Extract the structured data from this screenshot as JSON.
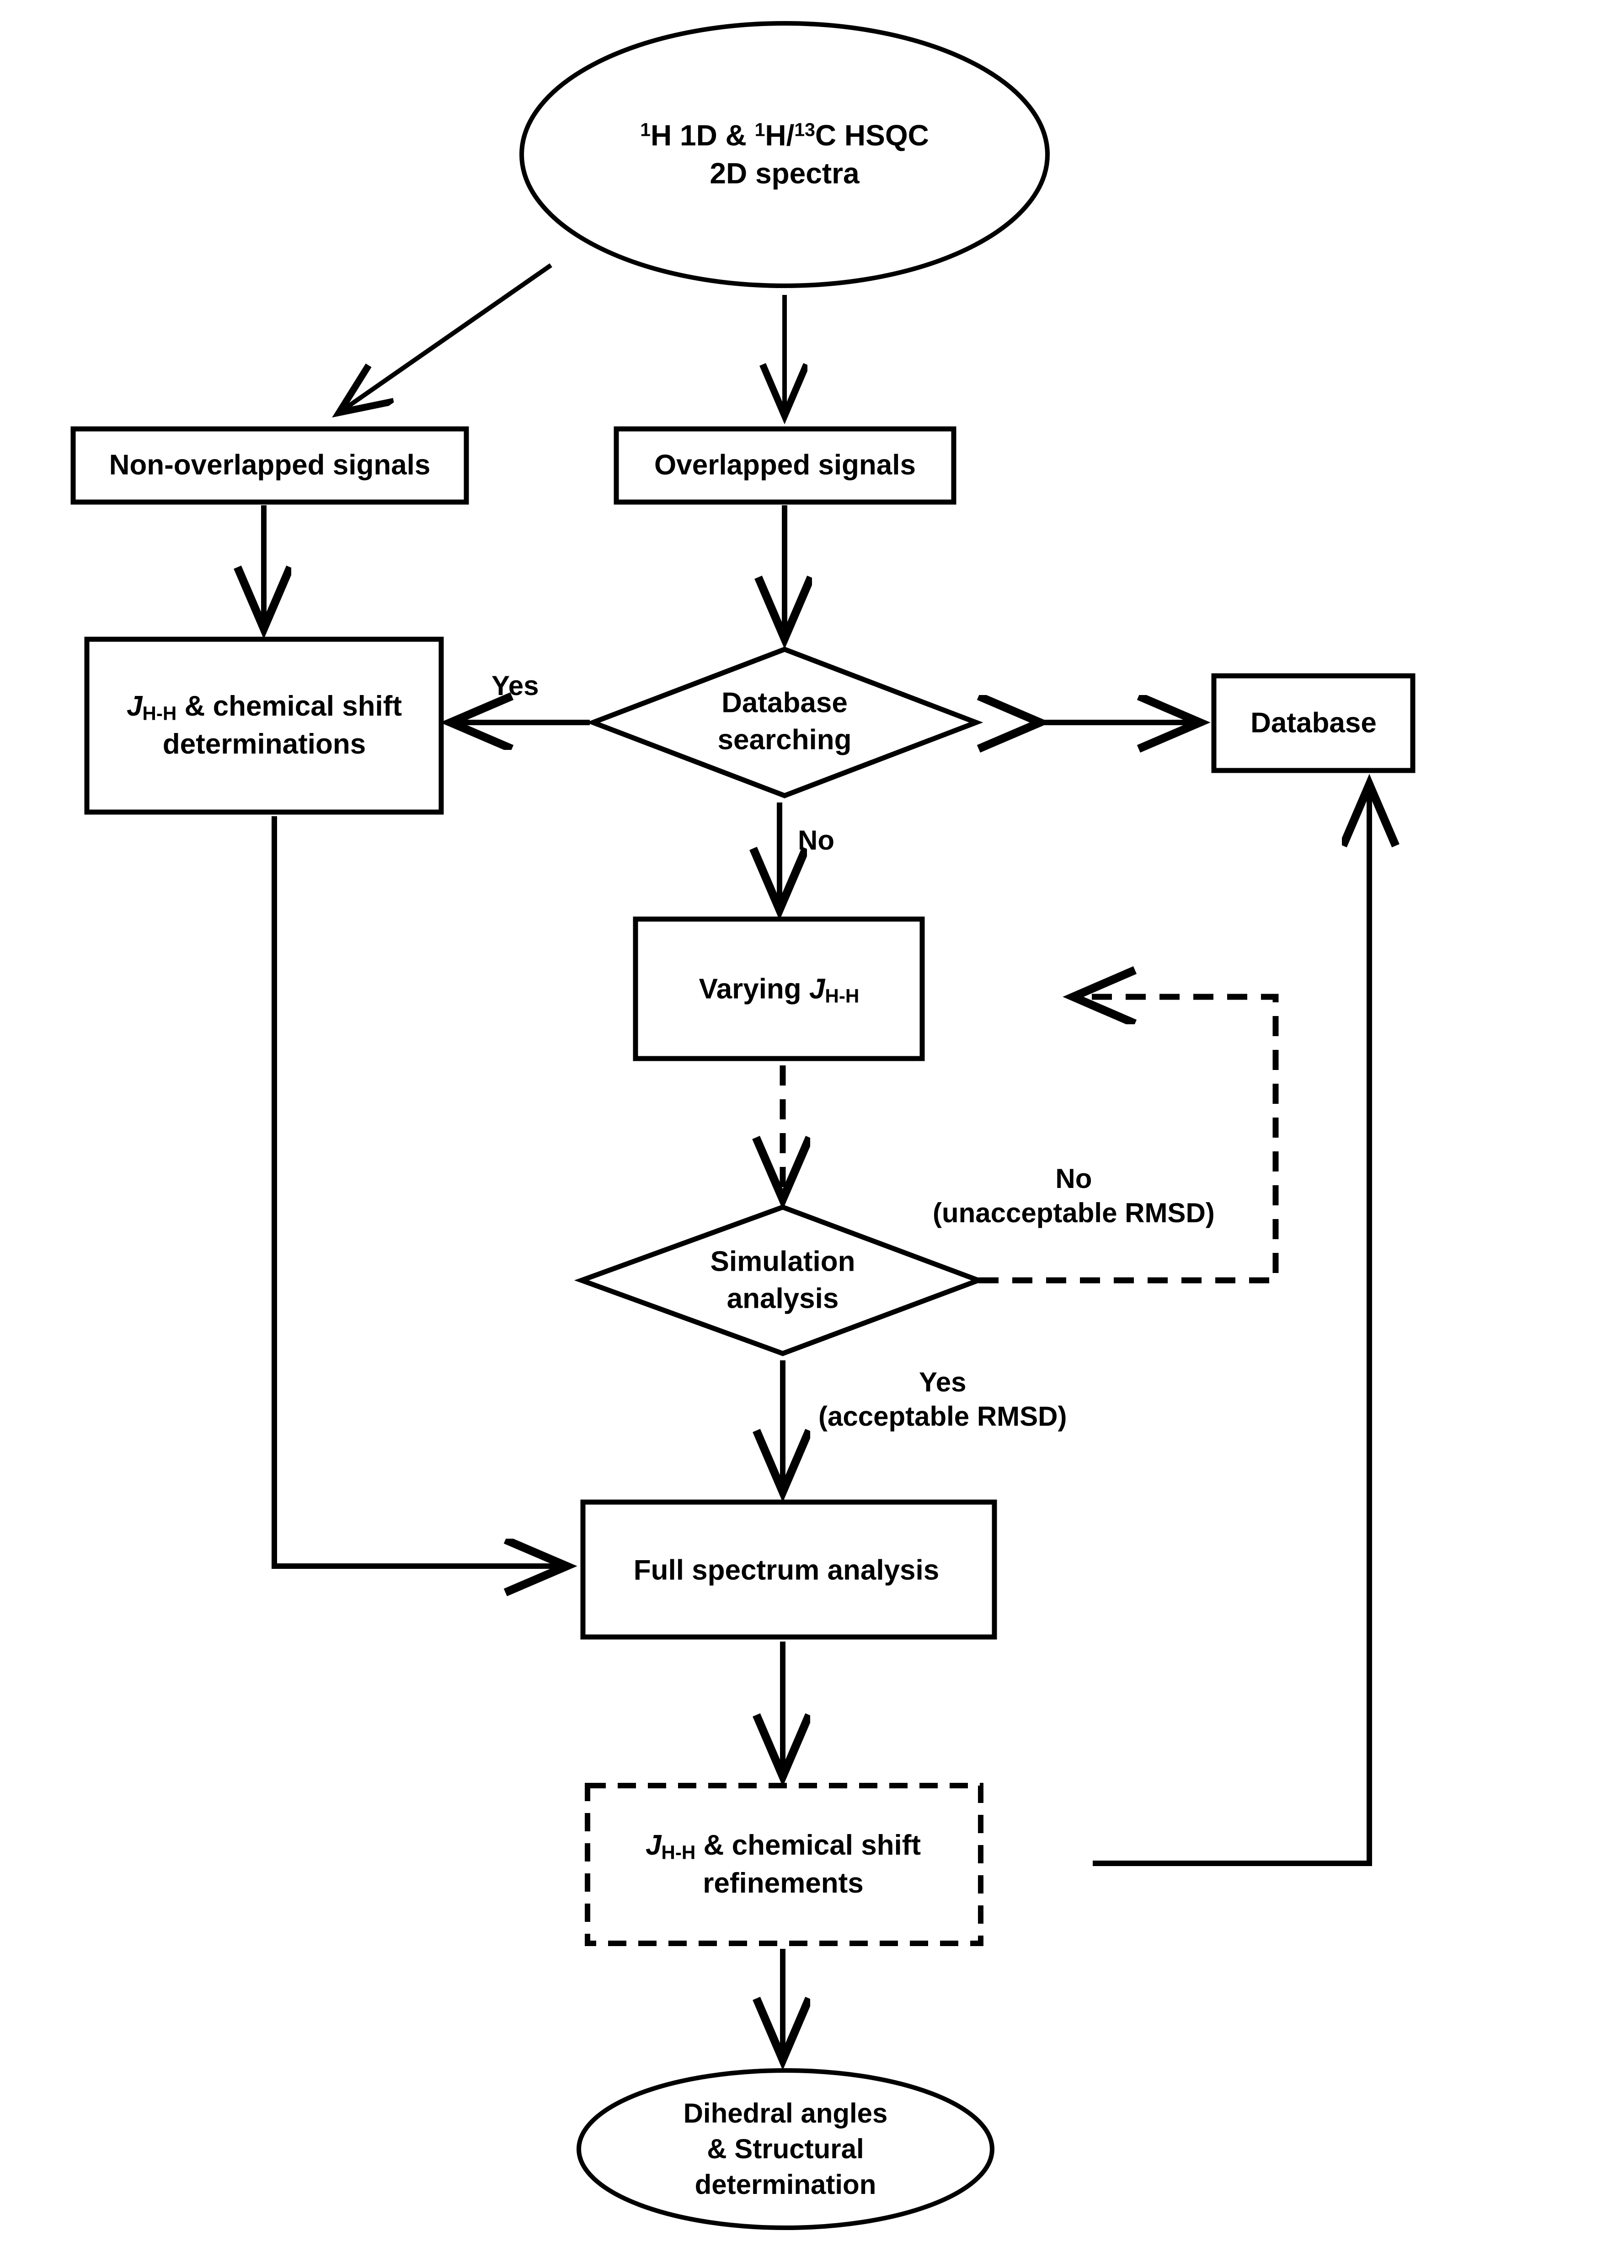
{
  "diagram": {
    "title": "NMR spectral analysis workflow flowchart",
    "background_color": "#ffffff",
    "line_color": "#000000"
  },
  "nodes": {
    "start_ellipse": {
      "shape": "ellipse",
      "line1_pre": "H 1D & ",
      "line1_sup1": "1",
      "line1_mid": "H/",
      "line1_sup2": "13",
      "line1_post": "C HSQC",
      "line1_sup0": "1",
      "line2": "2D spectra",
      "text_plain": "¹H 1D & ¹H/¹³C HSQC 2D spectra"
    },
    "non_overlapped": {
      "shape": "rectangle",
      "label": "Non-overlapped signals"
    },
    "overlapped": {
      "shape": "rectangle",
      "label": "Overlapped signals"
    },
    "j_determinations": {
      "shape": "rectangle",
      "prefix_italic": "J",
      "prefix_sub": "H-H",
      "line1_rest": " & chemical shift",
      "line2": "determinations",
      "text_plain": "J(H-H) & chemical shift determinations"
    },
    "database_searching": {
      "shape": "diamond",
      "line1": "Database",
      "line2": "searching"
    },
    "database": {
      "shape": "rectangle",
      "label": "Database"
    },
    "varying_j": {
      "shape": "rectangle",
      "prefix": "Varying ",
      "italic": "J",
      "sub": "H-H",
      "text_plain": "Varying J(H-H)"
    },
    "simulation_analysis": {
      "shape": "diamond",
      "line1": "Simulation",
      "line2": "analysis"
    },
    "full_spectrum": {
      "shape": "rectangle",
      "label": "Full spectrum analysis"
    },
    "j_refinements": {
      "shape": "rectangle-dashed",
      "prefix_italic": "J",
      "prefix_sub": "H-H",
      "line1_rest": " & chemical shift",
      "line2": "refinements",
      "text_plain": "J(H-H) & chemical shift refinements"
    },
    "end_ellipse": {
      "shape": "ellipse",
      "line1": "Dihedral angles",
      "line2": "& Structural",
      "line3": "determination"
    }
  },
  "edge_labels": {
    "yes_database": "Yes",
    "no_database": "No",
    "no_rmsd_line1": "No",
    "no_rmsd_line2": "(unacceptable RMSD)",
    "yes_rmsd_line1": "Yes",
    "yes_rmsd_line2": "(acceptable RMSD)"
  }
}
